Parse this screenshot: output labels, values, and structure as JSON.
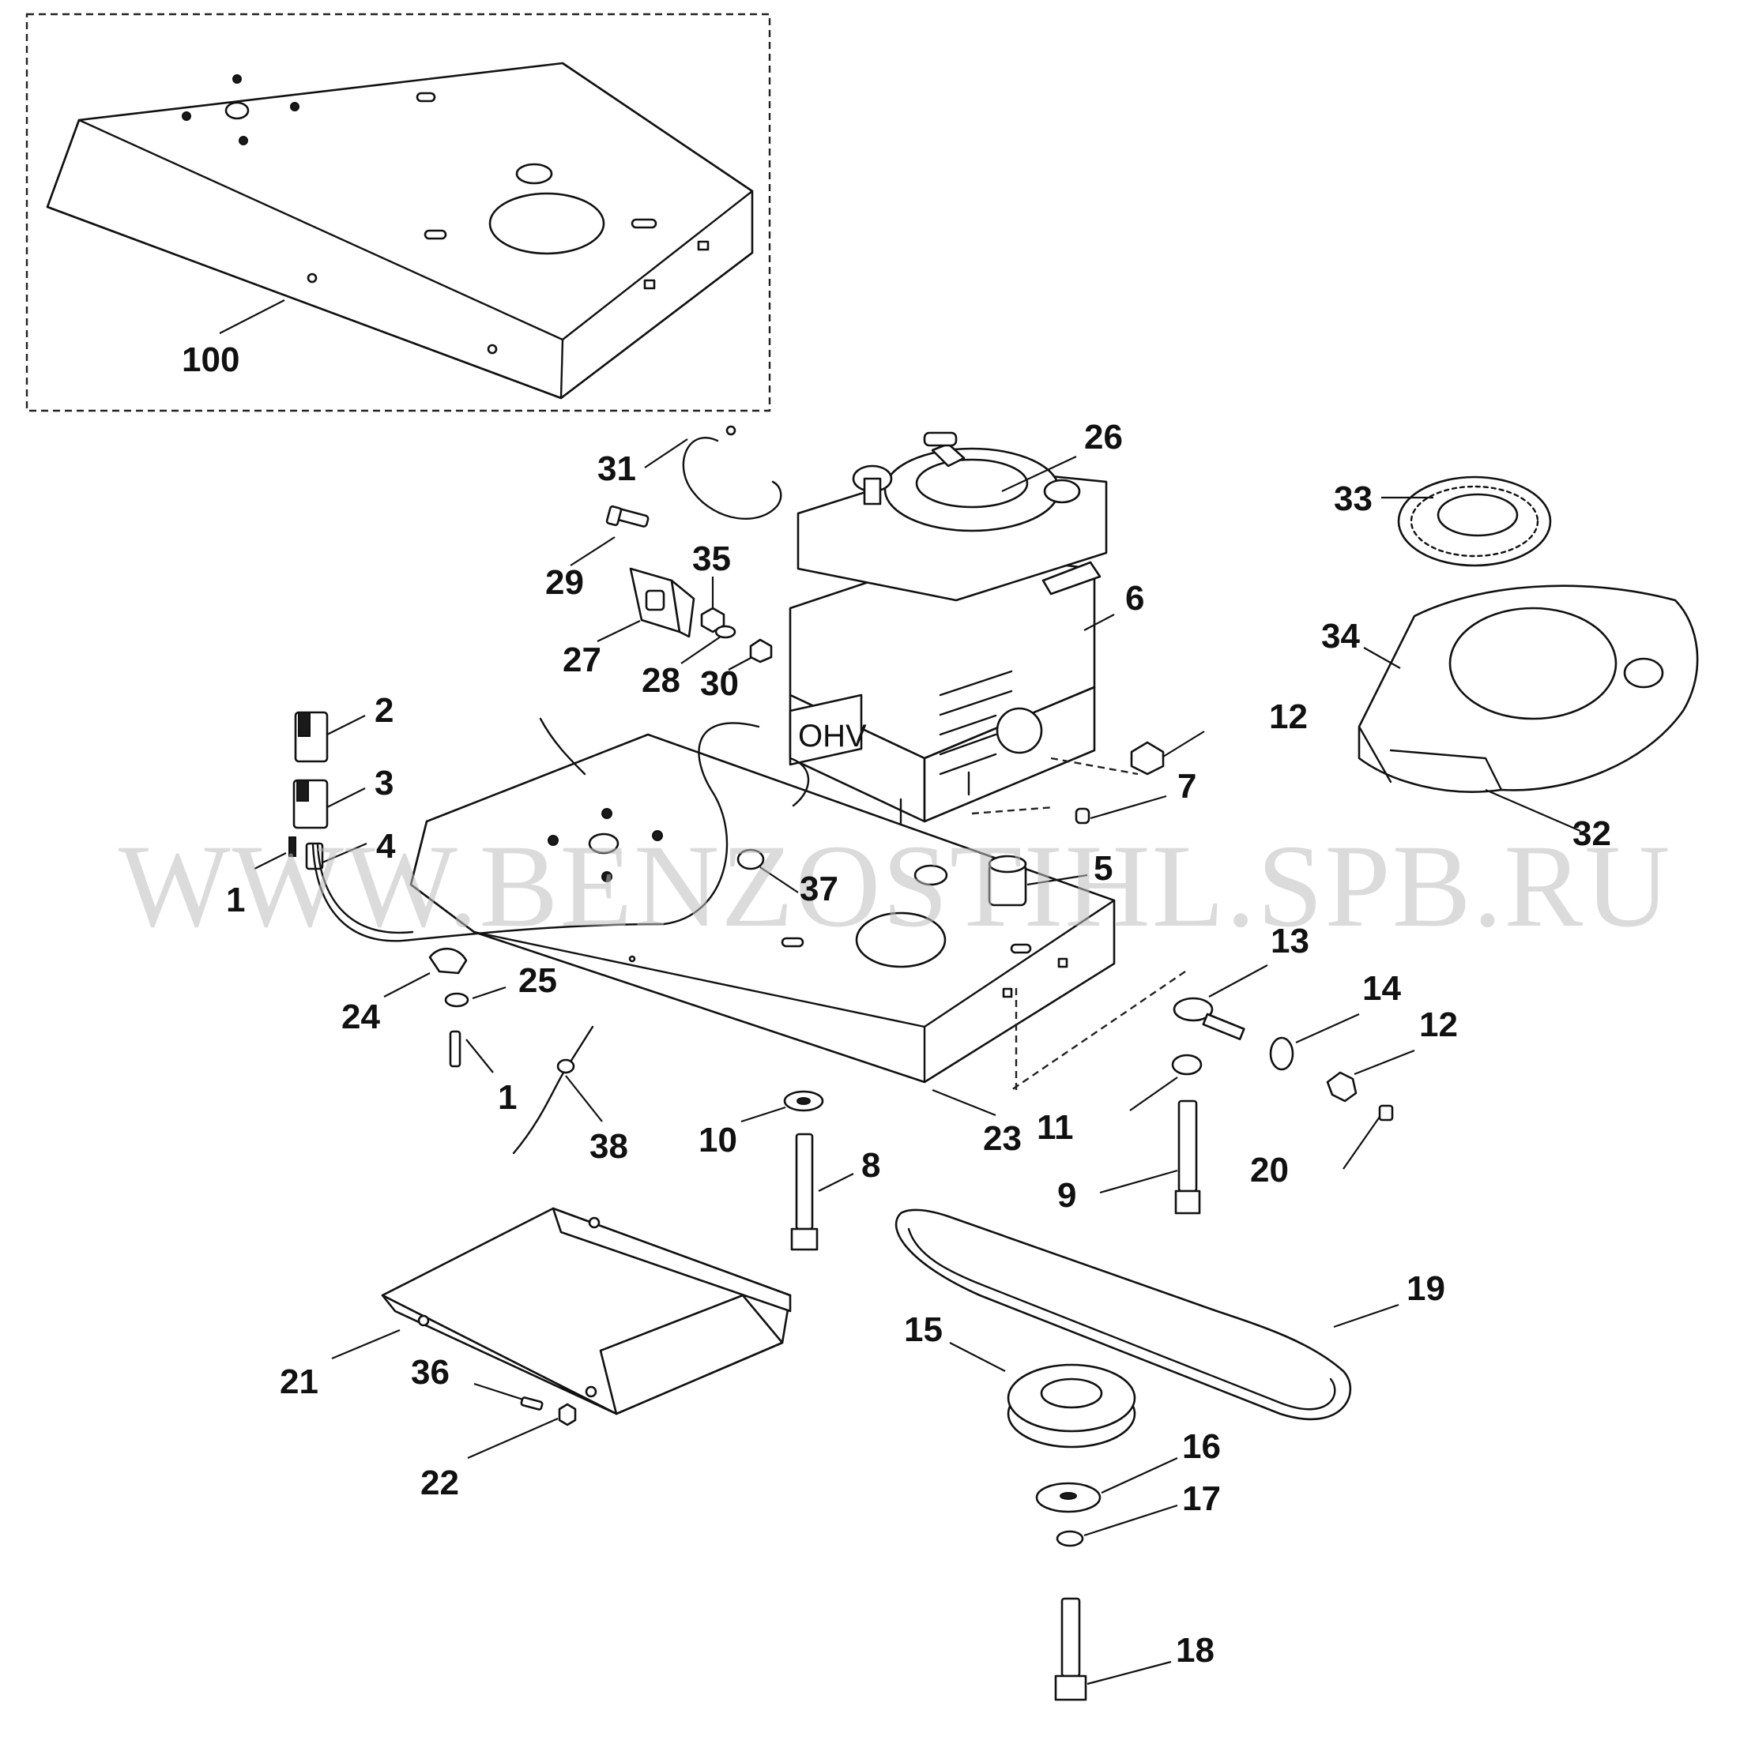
{
  "watermark": "WWW.BENZOSTIHL.SPB.RU",
  "engine_badge": "OHV",
  "callouts": [
    {
      "id": "c100",
      "text": "100"
    },
    {
      "id": "c31",
      "text": "31"
    },
    {
      "id": "c26",
      "text": "26"
    },
    {
      "id": "c33",
      "text": "33"
    },
    {
      "id": "c29",
      "text": "29"
    },
    {
      "id": "c35",
      "text": "35"
    },
    {
      "id": "c6",
      "text": "6"
    },
    {
      "id": "c34",
      "text": "34"
    },
    {
      "id": "c27",
      "text": "27"
    },
    {
      "id": "c28",
      "text": "28"
    },
    {
      "id": "c30",
      "text": "30"
    },
    {
      "id": "c2",
      "text": "2"
    },
    {
      "id": "c12a",
      "text": "12"
    },
    {
      "id": "c3",
      "text": "3"
    },
    {
      "id": "c7",
      "text": "7"
    },
    {
      "id": "c4",
      "text": "4"
    },
    {
      "id": "c32",
      "text": "32"
    },
    {
      "id": "c1a",
      "text": "1"
    },
    {
      "id": "c37",
      "text": "37"
    },
    {
      "id": "c5",
      "text": "5"
    },
    {
      "id": "c13",
      "text": "13"
    },
    {
      "id": "c25",
      "text": "25"
    },
    {
      "id": "c14",
      "text": "14"
    },
    {
      "id": "c24",
      "text": "24"
    },
    {
      "id": "c12b",
      "text": "12"
    },
    {
      "id": "c1b",
      "text": "1"
    },
    {
      "id": "c10",
      "text": "10"
    },
    {
      "id": "c11",
      "text": "11"
    },
    {
      "id": "c38",
      "text": "38"
    },
    {
      "id": "c23",
      "text": "23"
    },
    {
      "id": "c20",
      "text": "20"
    },
    {
      "id": "c8",
      "text": "8"
    },
    {
      "id": "c9",
      "text": "9"
    },
    {
      "id": "c19",
      "text": "19"
    },
    {
      "id": "c15",
      "text": "15"
    },
    {
      "id": "c21",
      "text": "21"
    },
    {
      "id": "c36",
      "text": "36"
    },
    {
      "id": "c16",
      "text": "16"
    },
    {
      "id": "c22",
      "text": "22"
    },
    {
      "id": "c17",
      "text": "17"
    },
    {
      "id": "c18",
      "text": "18"
    }
  ]
}
